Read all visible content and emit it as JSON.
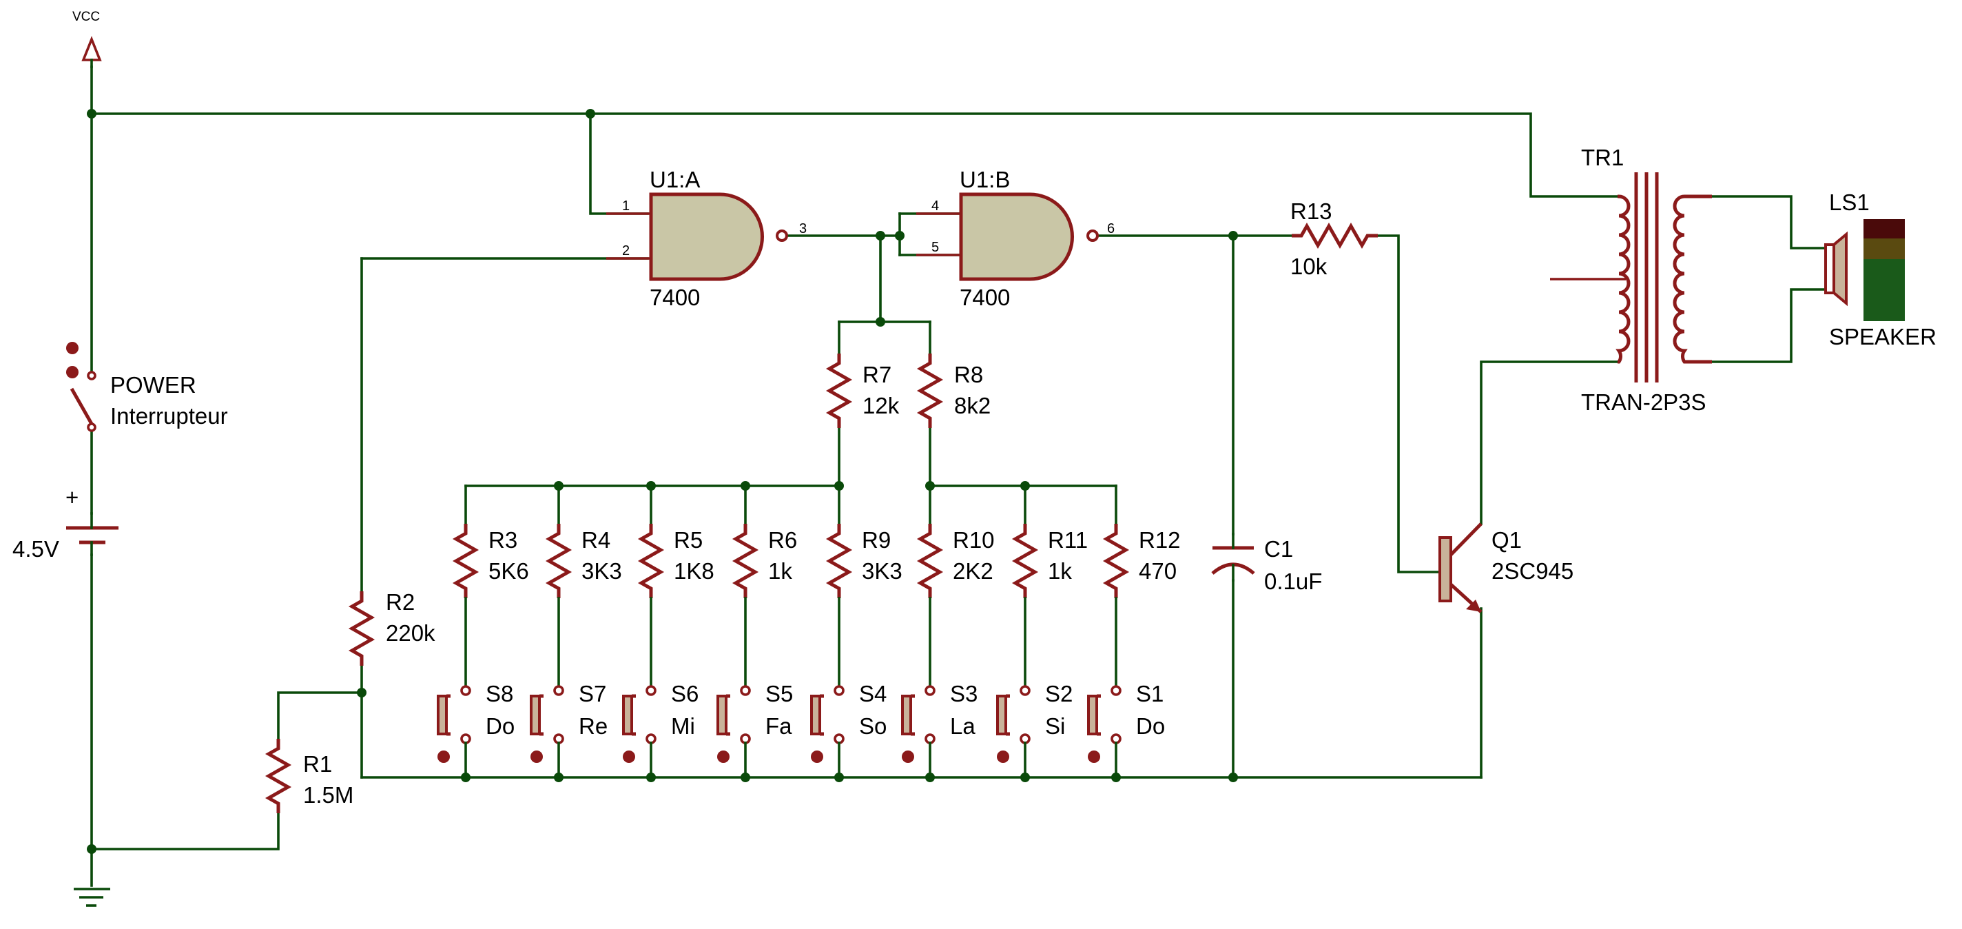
{
  "power": {
    "vcc": "VCC",
    "switch_ref": "POWER",
    "switch_name": "Interrupteur",
    "battery_plus": "+",
    "battery_value": "4.5V"
  },
  "u1a": {
    "ref": "U1:A",
    "value": "7400",
    "pin1": "1",
    "pin2": "2",
    "pin3": "3"
  },
  "u1b": {
    "ref": "U1:B",
    "value": "7400",
    "pin4": "4",
    "pin5": "5",
    "pin6": "6"
  },
  "r1": {
    "ref": "R1",
    "value": "1.5M"
  },
  "r2": {
    "ref": "R2",
    "value": "220k"
  },
  "r7": {
    "ref": "R7",
    "value": "12k"
  },
  "r8": {
    "ref": "R8",
    "value": "8k2"
  },
  "r13": {
    "ref": "R13",
    "value": "10k"
  },
  "c1": {
    "ref": "C1",
    "value": "0.1uF"
  },
  "q1": {
    "ref": "Q1",
    "value": "2SC945"
  },
  "tr1": {
    "ref": "TR1",
    "value": "TRAN-2P3S"
  },
  "ls1": {
    "ref": "LS1",
    "value": "SPEAKER"
  },
  "resistors": [
    {
      "ref": "R3",
      "value": "5K6"
    },
    {
      "ref": "R4",
      "value": "3K3"
    },
    {
      "ref": "R5",
      "value": "1K8"
    },
    {
      "ref": "R6",
      "value": "1k"
    },
    {
      "ref": "R9",
      "value": "3K3"
    },
    {
      "ref": "R10",
      "value": "2K2"
    },
    {
      "ref": "R11",
      "value": "1k"
    },
    {
      "ref": "R12",
      "value": "470"
    }
  ],
  "switches": [
    {
      "ref": "S8",
      "note": "Do"
    },
    {
      "ref": "S7",
      "note": "Re"
    },
    {
      "ref": "S6",
      "note": "Mi"
    },
    {
      "ref": "S5",
      "note": "Fa"
    },
    {
      "ref": "S4",
      "note": "So"
    },
    {
      "ref": "S3",
      "note": "La"
    },
    {
      "ref": "S2",
      "note": "Si"
    },
    {
      "ref": "S1",
      "note": "Do"
    }
  ]
}
